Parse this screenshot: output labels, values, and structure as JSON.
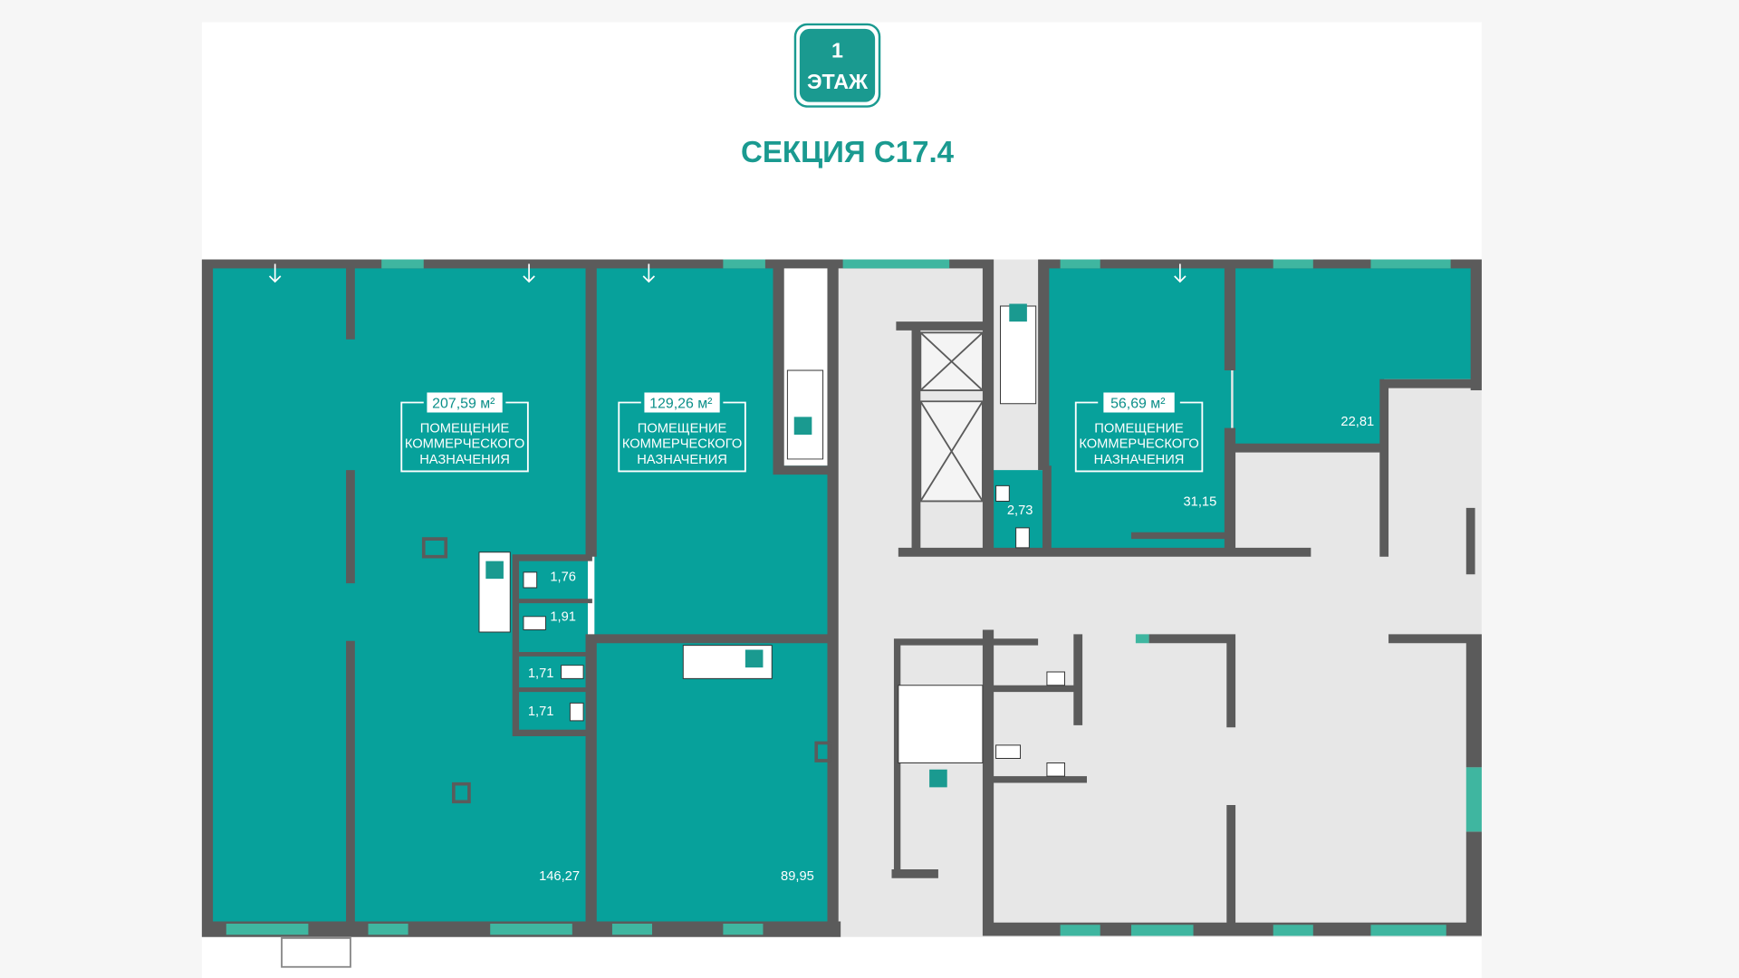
{
  "floor_badge": {
    "number": "1",
    "label": "ЭТАЖ"
  },
  "section_title": "СЕКЦИЯ С17.4",
  "colors": {
    "teal": "#07a19b",
    "wall": "#5b5b5b",
    "corridor": "#e7e7e7",
    "window": "#3fb6a0",
    "title": "#1a9a90"
  },
  "units": [
    {
      "area": "207,59 м²",
      "line1": "ПОМЕЩЕНИЕ",
      "line2": "КОММЕРЧЕСКОГО",
      "line3": "НАЗНАЧЕНИЯ"
    },
    {
      "area": "129,26 м²",
      "line1": "ПОМЕЩЕНИЕ",
      "line2": "КОММЕРЧЕСКОГО",
      "line3": "НАЗНАЧЕНИЯ"
    },
    {
      "area": "56,69 м²",
      "line1": "ПОМЕЩЕНИЕ",
      "line2": "КОММЕРЧЕСКОГО",
      "line3": "НАЗНАЧЕНИЯ"
    }
  ],
  "room_areas": {
    "r146": "146,27",
    "r89": "89,95",
    "r176": "1,76",
    "r191": "1,91",
    "r171a": "1,71",
    "r171b": "1,71",
    "r273": "2,73",
    "r3115": "31,15",
    "r2281": "22,81"
  }
}
